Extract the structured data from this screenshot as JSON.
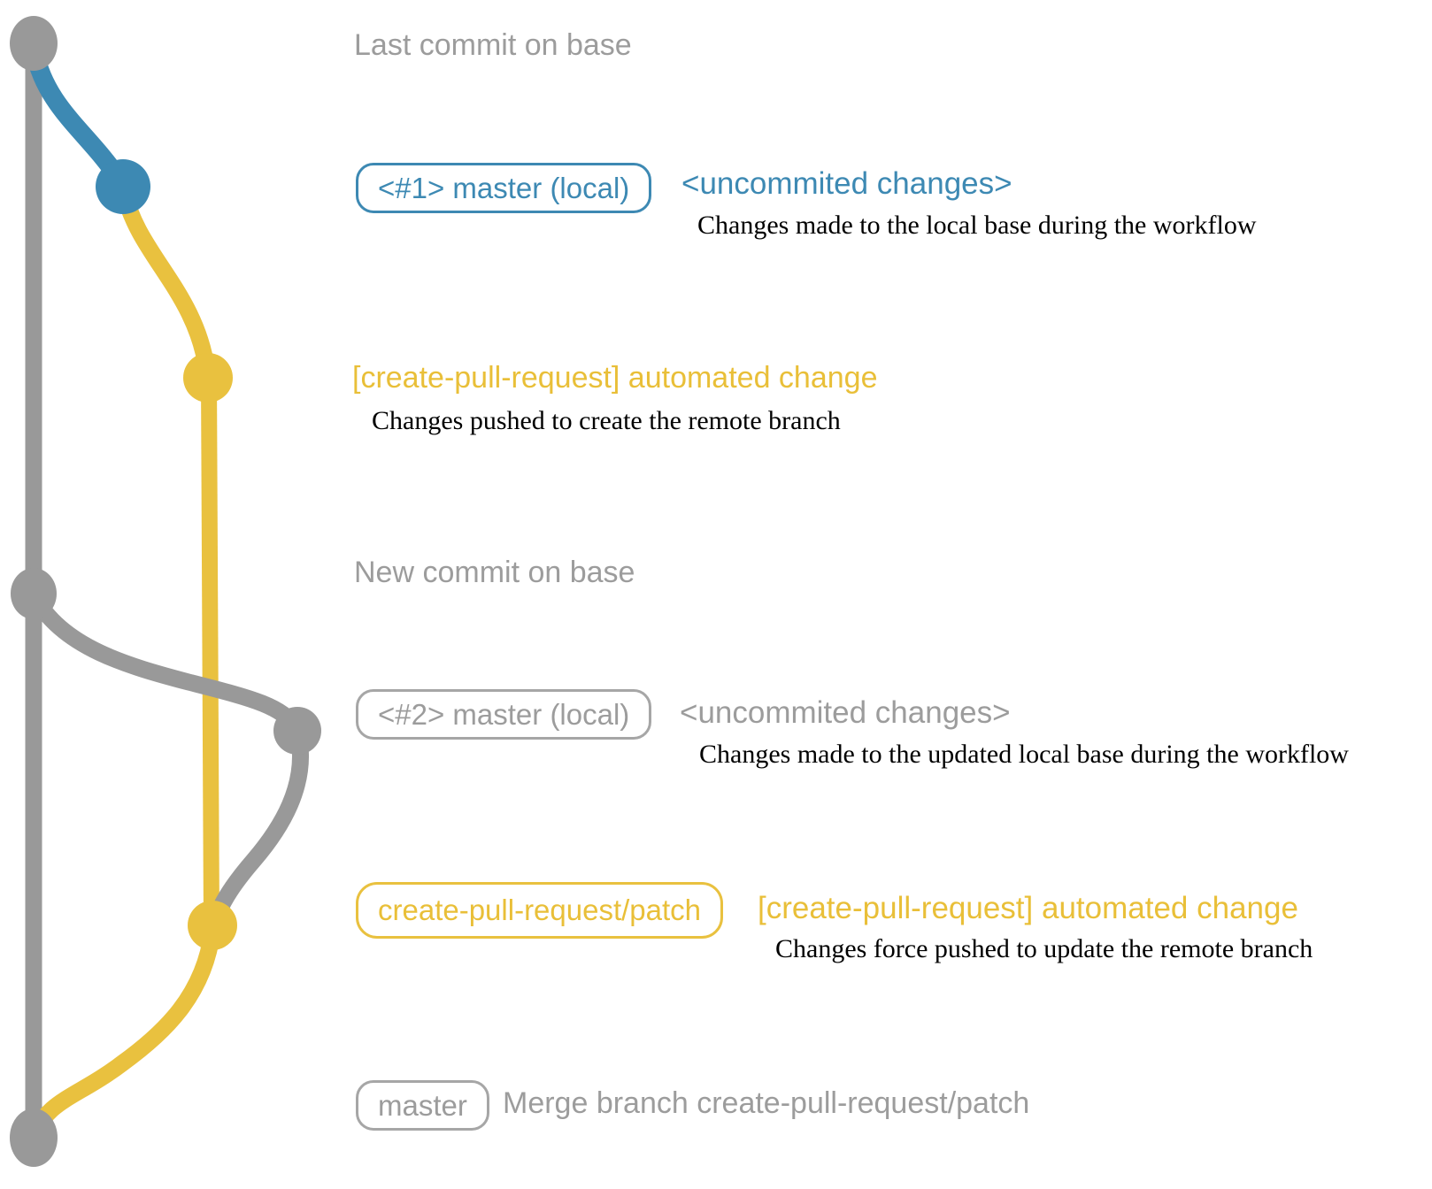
{
  "colors": {
    "gray": "#999999",
    "gray_text": "#9c9c9c",
    "gray_border": "#a6a6a6",
    "blue": "#3d89b3",
    "yellow": "#e9c13f",
    "yellow_text": "#e9bf38",
    "black": "#000000"
  },
  "events": [
    {
      "title": "Last commit on base"
    },
    {
      "badge": "<#1> master (local)",
      "tag": "<uncommited changes>",
      "desc": "Changes made to the local base during the workflow"
    },
    {
      "tag": "[create-pull-request] automated change",
      "desc": "Changes pushed to create the remote branch"
    },
    {
      "title": "New commit on base"
    },
    {
      "badge": "<#2> master (local)",
      "tag": "<uncommited changes>",
      "desc": "Changes made to the updated local base during the workflow"
    },
    {
      "badge": "create-pull-request/patch",
      "tag": "[create-pull-request] automated change",
      "desc": "Changes force pushed to update the remote branch"
    },
    {
      "badge": "master",
      "title": "Merge branch create-pull-request/patch"
    }
  ]
}
